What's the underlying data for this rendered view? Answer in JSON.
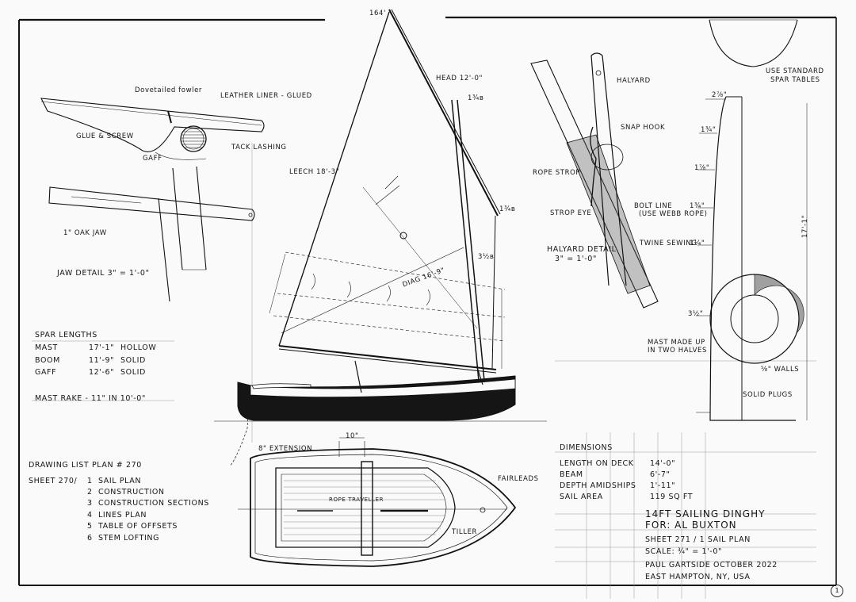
{
  "sheet_number": "1",
  "header_mark": "164'",
  "sail_labels": {
    "head": "HEAD 12'-0\"",
    "leech": "LEECH 18'-3\"",
    "diag": "DIAG 16'-9\"",
    "dim_top": "1¾в",
    "dim_gaff": "1¾в",
    "dim_30": "3½в"
  },
  "jaw_detail": {
    "title": "JAW DETAIL 3\" = 1'-0\"",
    "dovetail_fowler": "Dovetailed fowler",
    "leather": "LEATHER LINER - GLUED",
    "glue_screw": "GLUE & SCREW",
    "tack_lashing": "TACK LASHING",
    "gaff": "GAFF",
    "oak_jaw": "1\" OAK JAW"
  },
  "halyard_detail": {
    "title": "HALYARD DETAIL",
    "scale": "3\" = 1'-0\"",
    "halyard": "HALYARD",
    "snap_hook": "SNAP HOOK",
    "rope_strop": "ROPE STROP",
    "strop_eye": "STROP EYE",
    "bolt_line": "BOLT LINE",
    "bolt_line2": "(USE WEBB ROPE)",
    "twine_sewing": "TWINE SEWING"
  },
  "mast_detail": {
    "use_standard": "USE STANDARD",
    "spar_tables": "SPAR TABLES",
    "made_up": "MAST MADE UP",
    "two_halves": "IN TWO HALVES",
    "walls": "⅝\" WALLS",
    "solid_plugs": "SOLID PLUGS",
    "length": "17'-1\"",
    "dims": [
      "2⅞\"",
      "1¾\"",
      "1⅞\"",
      "1¾\"",
      "1¼\"",
      "3½\""
    ]
  },
  "spar_lengths": {
    "title": "SPAR LENGTHS",
    "rows": [
      {
        "name": "MAST",
        "length": "17'-1\"",
        "type": "HOLLOW"
      },
      {
        "name": "BOOM",
        "length": "11'-9\"",
        "type": "SOLID"
      },
      {
        "name": "GAFF",
        "length": "12'-6\"",
        "type": "SOLID"
      }
    ],
    "mast_rake": "MAST RAKE - 11\" IN 10'-0\""
  },
  "drawing_list": {
    "title": "DRAWING LIST PLAN # 270",
    "sheet_prefix": "SHEET 270/",
    "items": [
      {
        "n": "1",
        "name": "SAIL PLAN"
      },
      {
        "n": "2",
        "name": "CONSTRUCTION"
      },
      {
        "n": "3",
        "name": "CONSTRUCTION SECTIONS"
      },
      {
        "n": "4",
        "name": "LINES PLAN"
      },
      {
        "n": "5",
        "name": "TABLE OF OFFSETS"
      },
      {
        "n": "6",
        "name": "STEM LOFTING"
      }
    ]
  },
  "plan_labels": {
    "extension": "8\" EXTENSION",
    "width": "10\"",
    "rope_traveller": "ROPE TRAVELLER",
    "fairleads": "FAIRLEADS",
    "tiller": "TILLER"
  },
  "dimensions": {
    "title": "DIMENSIONS",
    "rows": [
      {
        "label": "LENGTH ON DECK",
        "value": "14'-0\""
      },
      {
        "label": "BEAM",
        "value": "6'-7\""
      },
      {
        "label": "DEPTH AMIDSHIPS",
        "value": "1'-11\""
      },
      {
        "label": "SAIL AREA",
        "value": "119 SQ FT"
      }
    ]
  },
  "title_block": {
    "line1": "14FT SAILING DINGHY",
    "line2": "FOR: AL BUXTON",
    "line3": "SHEET 271 / 1  SAIL PLAN",
    "line4": "SCALE: ¾\" = 1'-0\"",
    "line5": "PAUL GARTSIDE  OCTOBER 2022",
    "line6": "EAST HAMPTON, NY, USA"
  }
}
